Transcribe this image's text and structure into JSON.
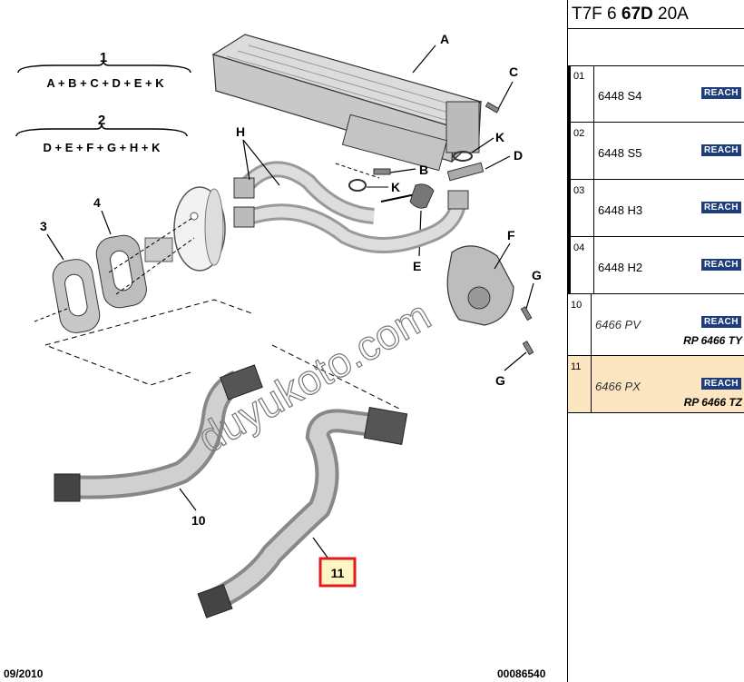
{
  "title": {
    "prefix": "T7F 6 ",
    "bold": "67D",
    "suffix": " 20A"
  },
  "formulas": [
    {
      "num": "1",
      "text": "A + B + C + D + E + K"
    },
    {
      "num": "2",
      "text": "D + E + F + G + H + K"
    }
  ],
  "labels": {
    "A": "A",
    "B": "B",
    "C": "C",
    "D": "D",
    "E": "E",
    "F": "F",
    "G1": "G",
    "G2": "G",
    "H": "H",
    "K1": "K",
    "K2": "K",
    "n3": "3",
    "n4": "4",
    "n10": "10",
    "n11": "11"
  },
  "watermark": "duyukoto.com",
  "footer": {
    "date": "09/2010",
    "ref": "00086540"
  },
  "parts": [
    {
      "index": "01",
      "code": "6448 S4",
      "badge": "REACH",
      "sub": "",
      "italic": false,
      "selected": false
    },
    {
      "index": "02",
      "code": "6448 S5",
      "badge": "REACH",
      "sub": "",
      "italic": false,
      "selected": false
    },
    {
      "index": "03",
      "code": "6448 H3",
      "badge": "REACH",
      "sub": "",
      "italic": false,
      "selected": false
    },
    {
      "index": "04",
      "code": "6448 H2",
      "badge": "REACH",
      "sub": "",
      "italic": false,
      "selected": false
    },
    {
      "index": "10",
      "code": "6466 PV",
      "badge": "REACH",
      "sub": "RP 6466 TY",
      "italic": true,
      "selected": false
    },
    {
      "index": "11",
      "code": "6466 PX",
      "badge": "REACH",
      "sub": "RP 6466 TZ",
      "italic": true,
      "selected": true
    }
  ]
}
